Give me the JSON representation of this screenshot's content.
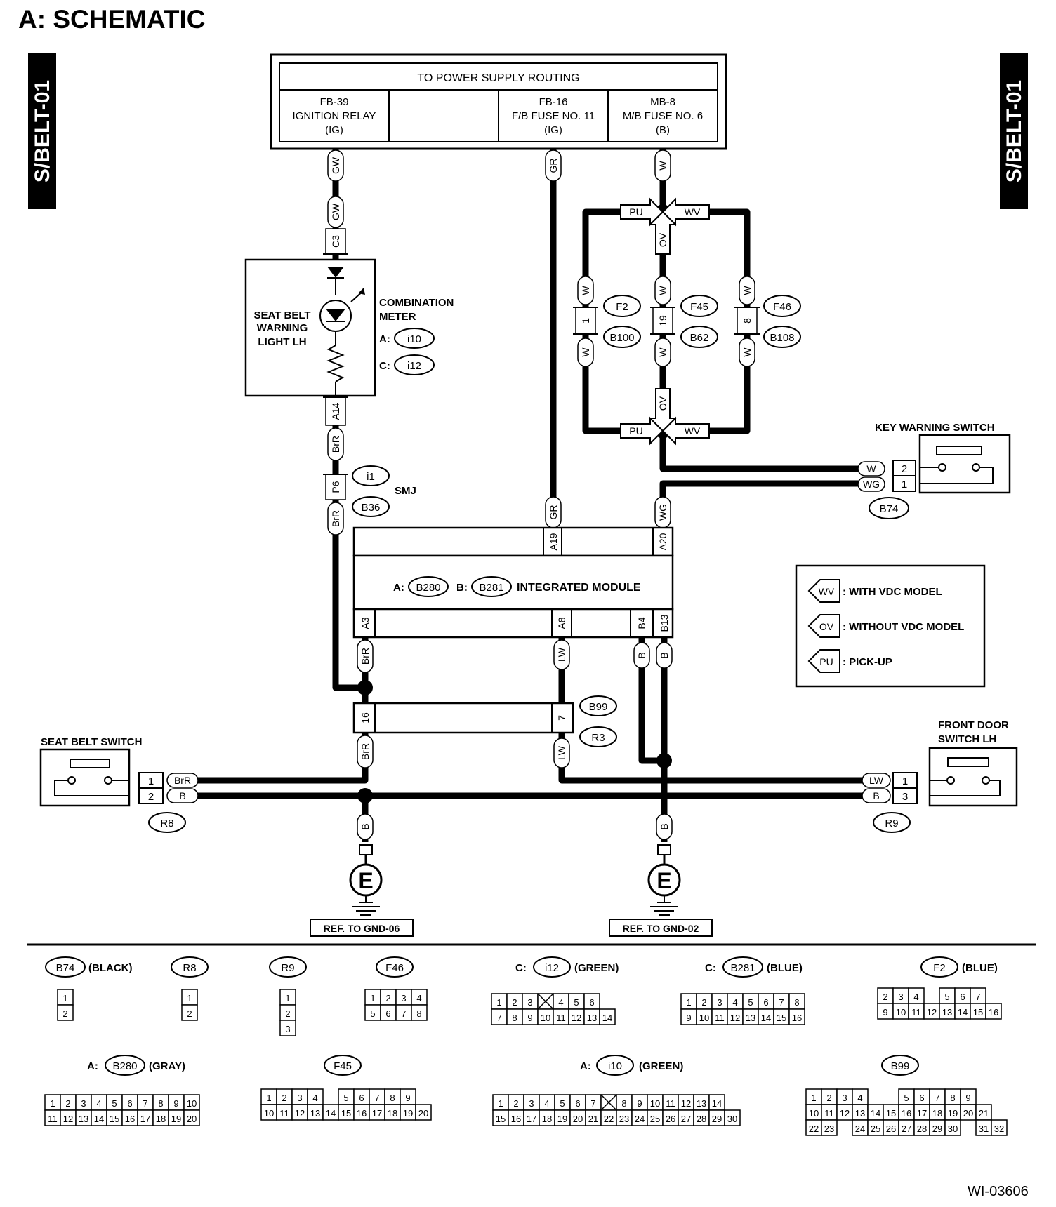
{
  "header": {
    "section_title": "A:  SCHEMATIC",
    "side_tab": "S/BELT-01",
    "figure_id": "WI-03606"
  },
  "power": {
    "title": "TO POWER SUPPLY ROUTING",
    "col1": [
      "FB-39",
      "IGNITION RELAY",
      "(IG)"
    ],
    "col3": [
      "FB-16",
      "F/B FUSE NO. 11",
      "(IG)"
    ],
    "col4": [
      "MB-8",
      "M/B FUSE NO. 6",
      "(B)"
    ]
  },
  "meter": {
    "light": [
      "SEAT BELT",
      "WARNING",
      "LIGHT LH"
    ],
    "name": [
      "COMBINATION",
      "METER"
    ],
    "conn_a_prefix": "A:",
    "conn_a": "i10",
    "conn_c_prefix": "C:",
    "conn_c": "i12"
  },
  "wires": {
    "gw": "GW",
    "gr": "GR",
    "w": "W",
    "pu": "PU",
    "wv": "WV",
    "ov": "OV",
    "brr": "BrR",
    "wg": "WG",
    "lw": "LW",
    "b": "B"
  },
  "pins": {
    "c3": "C3",
    "a14": "A14",
    "p6": "P6",
    "a19": "A19",
    "a20": "A20",
    "a3": "A3",
    "a8": "A8",
    "b4": "B4",
    "b13": "B13",
    "p16": "16",
    "p7": "7",
    "p1": "1",
    "p2": "2",
    "p3": "3",
    "p8": "8",
    "p19": "19"
  },
  "smj": {
    "i1": "i1",
    "b36": "B36",
    "label": "SMJ"
  },
  "fuses": {
    "f2": "F2",
    "b100": "B100",
    "f45": "F45",
    "b62": "B62",
    "f46": "F46",
    "b108": "B108"
  },
  "module": {
    "a_prefix": "A:",
    "a_conn": "B280",
    "b_prefix": "B:",
    "b_conn": "B281",
    "name": "INTEGRATED MODULE"
  },
  "key_switch": {
    "name": "KEY WARNING SWITCH",
    "conn": "B74"
  },
  "legend": {
    "wv": ": WITH VDC MODEL",
    "ov": ": WITHOUT VDC MODEL",
    "pu": ": PICK-UP"
  },
  "b99": {
    "a": "B99",
    "b": "R3"
  },
  "seat_switch": {
    "name": "SEAT BELT SWITCH",
    "conn": "R8"
  },
  "door_switch": {
    "name": [
      "FRONT DOOR",
      "SWITCH LH"
    ],
    "conn": "R9"
  },
  "ground": {
    "e": "E",
    "ref1": "REF. TO GND-06",
    "ref2": "REF. TO GND-02"
  },
  "connectors": {
    "b74": {
      "name": "B74",
      "color": "(BLACK)"
    },
    "r8": {
      "name": "R8"
    },
    "r9": {
      "name": "R9"
    },
    "f46": {
      "name": "F46"
    },
    "i12": {
      "prefix": "C:",
      "name": "i12",
      "color": "(GREEN)"
    },
    "b281": {
      "prefix": "C:",
      "name": "B281",
      "color": "(BLUE)"
    },
    "f2": {
      "name": "F2",
      "color": "(BLUE)"
    },
    "b280": {
      "prefix": "A:",
      "name": "B280",
      "color": "(GRAY)"
    },
    "f45": {
      "name": "F45"
    },
    "i10": {
      "prefix": "A:",
      "name": "i10",
      "color": "(GREEN)"
    },
    "b99": {
      "name": "B99"
    }
  }
}
